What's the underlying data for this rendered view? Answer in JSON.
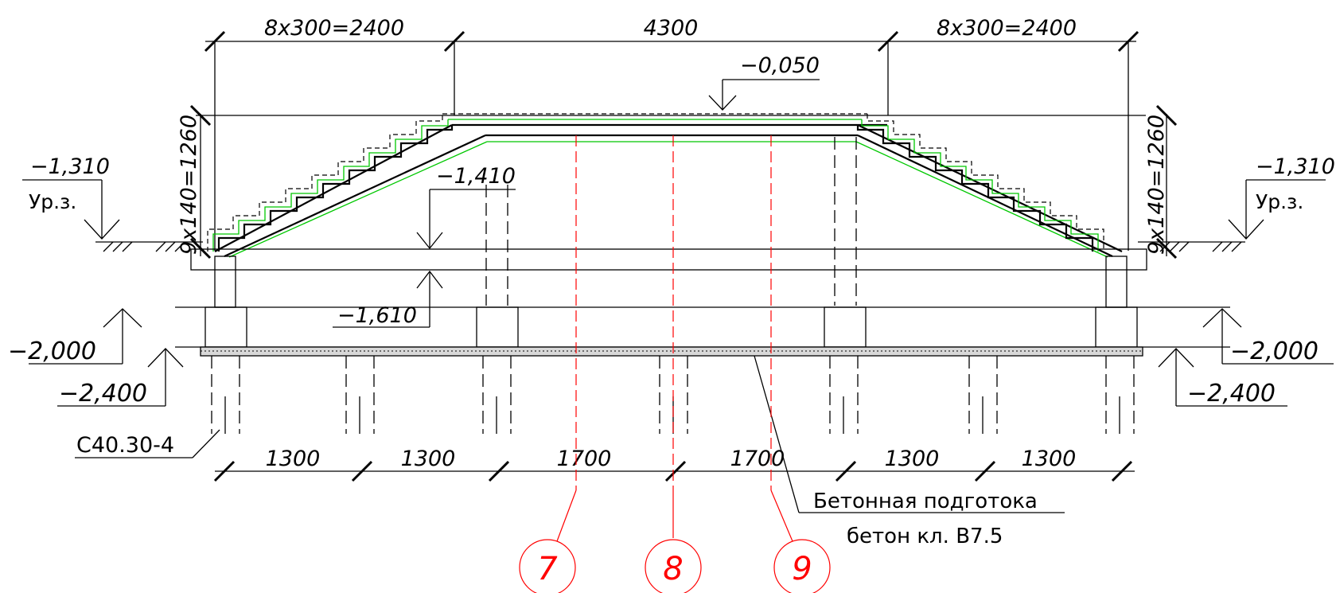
{
  "dims": {
    "top_left": "8x300=2400",
    "top_middle": "4300",
    "top_right": "8x300=2400",
    "side_left": "9x140=1260",
    "side_right": "9x140=1260",
    "bottom": [
      "1300",
      "1300",
      "1700",
      "1700",
      "1300",
      "1300"
    ]
  },
  "levels": {
    "top": "−0,050",
    "ground_left": "−1,310",
    "ground_right": "−1,310",
    "ground_label_left": "Ур.з.",
    "ground_label_right": "Ур.з.",
    "upper_slab": "−1,410",
    "lower_slab": "−1,610",
    "found_left": "−2,000",
    "found_right": "−2,000",
    "prep_left": "−2,400",
    "prep_right": "−2,400"
  },
  "pile_label": "С40.30-4",
  "note": {
    "line1": "Бетонная подготока",
    "line2": "бетон кл. В7.5"
  },
  "axes": [
    "7",
    "8",
    "9"
  ],
  "colors": {
    "lines": "#000000",
    "axes": "#ff0000",
    "waterproofing": "#00c800"
  }
}
